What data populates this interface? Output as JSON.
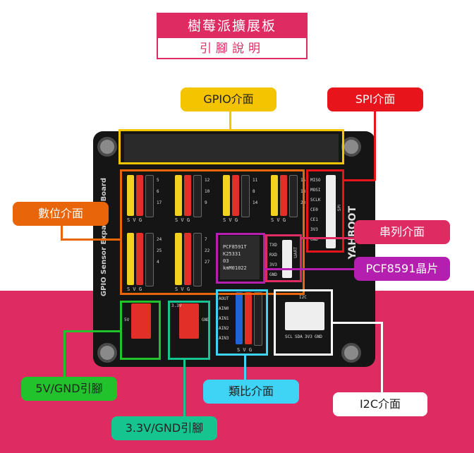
{
  "title": {
    "main": "樹莓派擴展板",
    "sub": "引腳說明"
  },
  "labels": {
    "gpio": {
      "text": "GPIO介面",
      "color": "#f5c400"
    },
    "spi": {
      "text": "SPI介面",
      "color": "#e8141c"
    },
    "digital": {
      "text": "數位介面",
      "color": "#e8650a"
    },
    "serial": {
      "text": "串列介面",
      "color": "#de2b62"
    },
    "pcf": {
      "text": "PCF8591晶片",
      "color": "#b51fb0"
    },
    "v5": {
      "text": "5V/GND引腳",
      "color": "#22c22c"
    },
    "v33": {
      "text": "3.3V/GND引腳",
      "color": "#16c490"
    },
    "analog": {
      "text": "類比介面",
      "color": "#3fd3f5"
    },
    "i2c": {
      "text": "I2C介面",
      "color": "#ffffff"
    }
  },
  "board": {
    "brand": "YAHBOOT",
    "name": "GPIO Sensor Expansion Board",
    "chip_lines": [
      "PCF8591T",
      "K25331",
      "03",
      "kmM01022"
    ],
    "spi_pins": [
      "MISO",
      "MOSI",
      "SCLK",
      "CE0",
      "CE1",
      "3V3",
      "GND"
    ],
    "spi_tag": "SPI",
    "serial_pins": [
      "TXD",
      "RXD",
      "3V3",
      "GND"
    ],
    "serial_tag": "UART",
    "analog_pins": [
      "AOUT",
      "AIN0",
      "AIN1",
      "AIN2",
      "AIN3"
    ],
    "i2c_tag": "I2C",
    "i2c_pins": [
      "SCL",
      "SDA",
      "3V3",
      "GND"
    ],
    "svg": "S V G",
    "gnd": "GND",
    "v5": "5V",
    "v33": "3.3V",
    "digital_numbers": [
      "5",
      "6",
      "17",
      "12",
      "10",
      "9",
      "11",
      "8",
      "14",
      "15",
      "18",
      "23",
      "24",
      "25",
      "4",
      "7",
      "22",
      "27"
    ]
  },
  "colors": {
    "accent": "#de2b62",
    "board": "#151515"
  }
}
